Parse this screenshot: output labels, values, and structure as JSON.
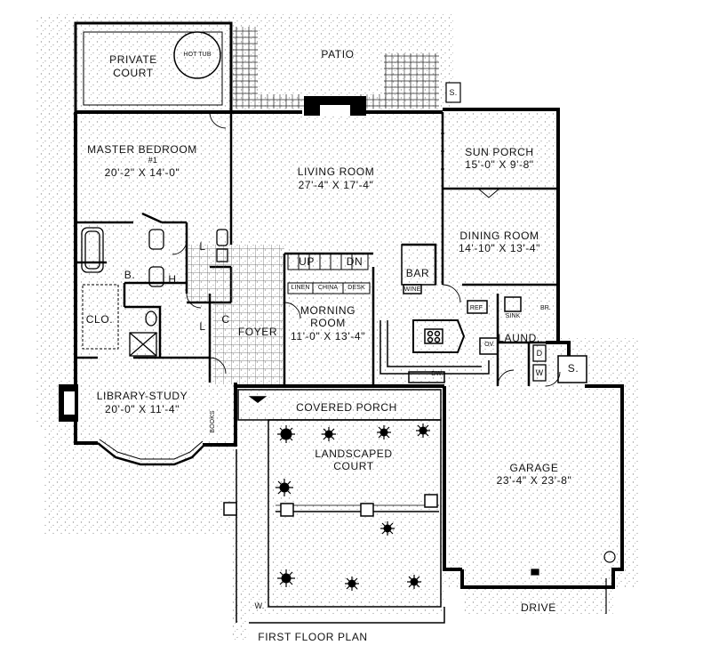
{
  "title": "FIRST FLOOR PLAN",
  "rooms": {
    "patio": "PATIO",
    "private_court": [
      "PRIVATE",
      "COURT"
    ],
    "hot_tub": "HOT TUB",
    "master_bedroom": [
      "MASTER BEDROOM",
      "#1",
      "20'-2\" X 14'-0\""
    ],
    "living_room": [
      "LIVING ROOM",
      "27'-4\" X 17'-4\""
    ],
    "sun_porch": [
      "SUN PORCH",
      "15'-0\" X 9'-8\""
    ],
    "dining_room": [
      "DINING ROOM",
      "14'-10\" X 13'-4\""
    ],
    "morning_room": [
      "MORNING",
      "ROOM",
      "11'-0\" X 13'-4\""
    ],
    "library_study": [
      "LIBRARY-STUDY",
      "20'-0\" X 11'-4\""
    ],
    "covered_porch": "COVERED PORCH",
    "landscaped_court": [
      "LANDSCAPED",
      "COURT"
    ],
    "garage": [
      "GARAGE",
      "23'-4\" X 23'-8\""
    ],
    "drive": "DRIVE",
    "foyer": "FOYER",
    "laund": "LAUND.",
    "bar": "BAR",
    "bath": "B.",
    "hall": "H.",
    "closet": "CLO.",
    "linen_small": "L",
    "closet_small": "C",
    "up": "UP",
    "dn": "DN",
    "linen": "LINEN",
    "china": "CHINA",
    "desk": "DESK",
    "wine": "WINE",
    "ref": "REF",
    "sink": "SINK",
    "br": "BR.",
    "ov": "OV.",
    "dw": "DW.",
    "dryer": "D",
    "washer": "W",
    "storage_patio": "S.",
    "storage_garage": "S.",
    "books": "BOOKS",
    "wall_w": "W."
  }
}
